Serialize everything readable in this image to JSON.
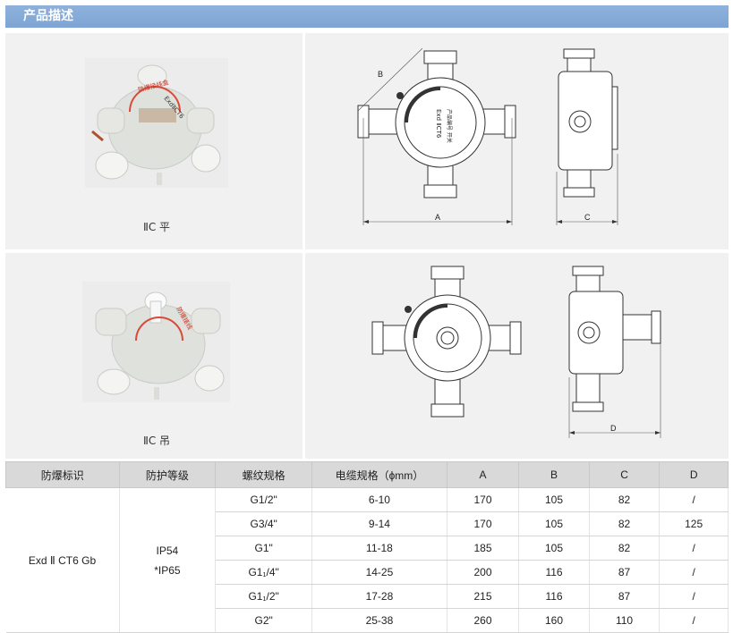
{
  "header": {
    "title": "产品描述"
  },
  "rows": [
    {
      "caption": "ⅡC 平",
      "dim_labels": [
        "B",
        "A",
        "C"
      ],
      "plate_text": "Exd ⅡCT6"
    },
    {
      "caption": "ⅡC 吊",
      "dim_labels": [
        "D"
      ]
    }
  ],
  "table": {
    "headers": [
      "防爆标识",
      "防护等级",
      "螺纹规格",
      "电缆规格（ϕmm）",
      "A",
      "B",
      "C",
      "D"
    ],
    "marking": "Exd Ⅱ CT6 Gb",
    "protection": [
      "IP54",
      "*IP65"
    ],
    "rows": [
      [
        "G1/2\"",
        "6-10",
        "170",
        "105",
        "82",
        "/"
      ],
      [
        "G3/4\"",
        "9-14",
        "170",
        "105",
        "82",
        "125"
      ],
      [
        "G1\"",
        "11-18",
        "185",
        "105",
        "82",
        "/"
      ],
      [
        "G1₁/4\"",
        "14-25",
        "200",
        "116",
        "87",
        "/"
      ],
      [
        "G1₁/2\"",
        "17-28",
        "215",
        "116",
        "87",
        "/"
      ],
      [
        "G2\"",
        "25-38",
        "260",
        "160",
        "110",
        "/"
      ]
    ]
  },
  "colors": {
    "header": "#8fb2dc",
    "panel": "#f1f1f1",
    "table_header": "#d9d9d9"
  }
}
